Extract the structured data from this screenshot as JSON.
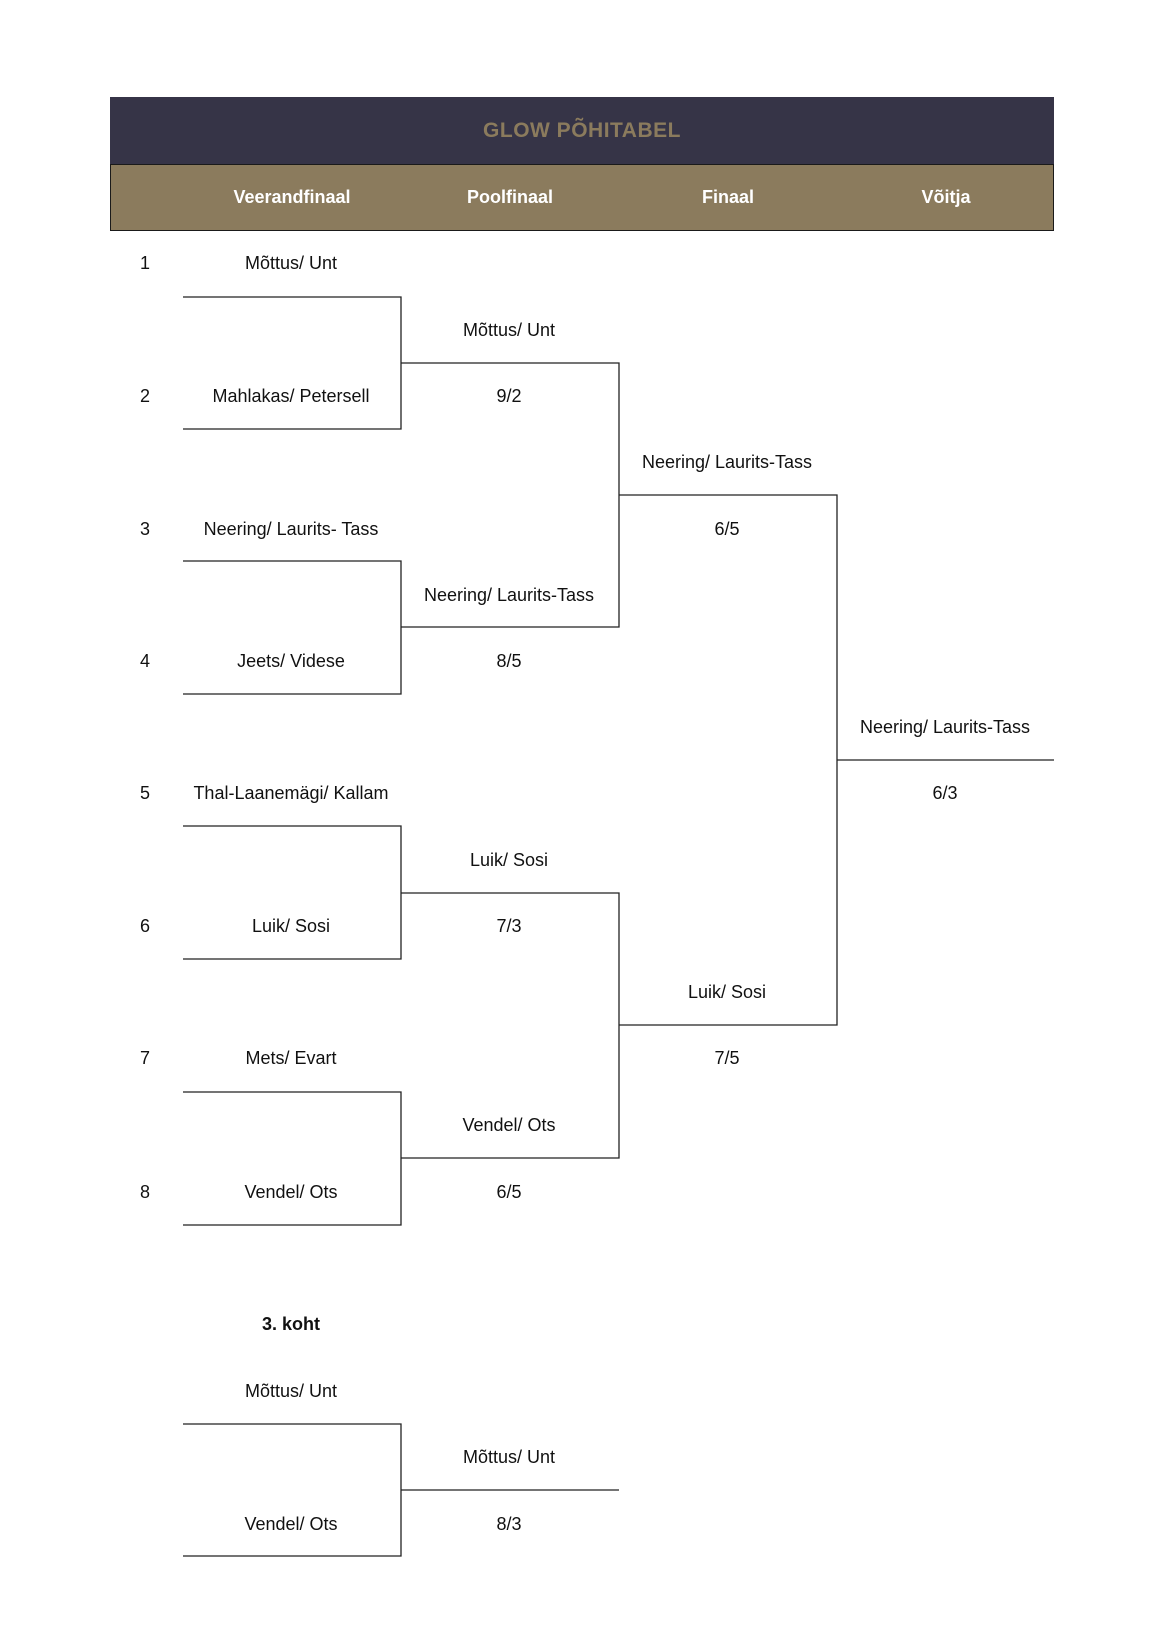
{
  "title": "GLOW PÕHITABEL",
  "columns": [
    "Veerandfinaal",
    "Poolfinaal",
    "Finaal",
    "Võitja"
  ],
  "seeds": [
    "1",
    "2",
    "3",
    "4",
    "5",
    "6",
    "7",
    "8"
  ],
  "quarterfinal": [
    "Mõttus/ Unt",
    "Mahlakas/ Petersell",
    "Neering/ Laurits- Tass",
    "Jeets/ Videse",
    "Thal-Laanemägi/ Kallam",
    "Luik/ Sosi",
    "Mets/ Evart",
    "Vendel/ Ots"
  ],
  "semifinal": [
    {
      "winner": "Mõttus/ Unt",
      "score": "9/2"
    },
    {
      "winner": "Neering/ Laurits-Tass",
      "score": "8/5"
    },
    {
      "winner": "Luik/ Sosi",
      "score": "7/3"
    },
    {
      "winner": "Vendel/ Ots",
      "score": "6/5"
    }
  ],
  "final": [
    {
      "winner": "Neering/ Laurits-Tass",
      "score": "6/5"
    },
    {
      "winner": "Luik/ Sosi",
      "score": "7/5"
    }
  ],
  "champion": {
    "winner": "Neering/ Laurits-Tass",
    "score": "6/3"
  },
  "third_place": {
    "label": "3. koht",
    "players": [
      "Mõttus/ Unt",
      "Vendel/ Ots"
    ],
    "winner": "Mõttus/ Unt",
    "score": "8/3"
  }
}
